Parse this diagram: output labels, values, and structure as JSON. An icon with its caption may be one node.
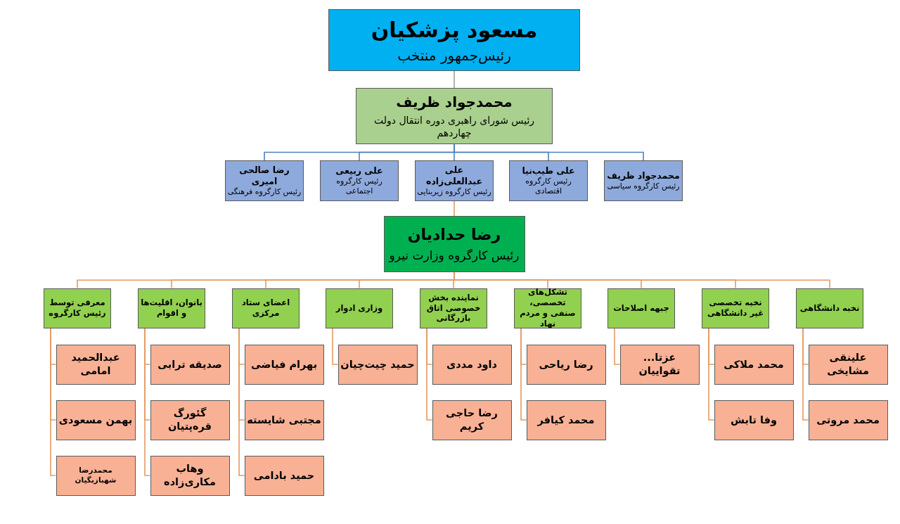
{
  "diagram": {
    "nodes": [
      {
        "text": [
          "مسعود پزشکیان",
          "رئیس‌جمهور منتخب"
        ]
      },
      {
        "text": [
          "محمدجواد ظریف",
          "رئیس شورای راهبری دوره انتقال دولت چهاردهم"
        ]
      },
      {
        "text": [
          "محمدجواد ظریف",
          "رئیس کارگروه سیاسی"
        ]
      },
      {
        "text": [
          "علی طیب‌نیا",
          "رئیس کارگروه اقتصادی"
        ]
      },
      {
        "text": [
          "علی عبدالعلی‌زاده",
          "رئیس کارگروه زیربنایی"
        ]
      },
      {
        "text": [
          "علی ربیعی",
          "رئیس کارگروه اجتماعی"
        ]
      },
      {
        "text": [
          "رضا صالحی امیری",
          "رئیس کارگروه فرهنگی"
        ]
      },
      {
        "text": [
          "رضا حدادیان",
          "رئیس کارگروه وزارت نیرو"
        ]
      },
      {
        "text": [
          "نخبه دانشگاهی"
        ]
      },
      {
        "text": [
          "نخبه تخصصی غیر دانشگاهی"
        ]
      },
      {
        "text": [
          "جبهه اصلاحات"
        ]
      },
      {
        "text": [
          "تشکل‌های تخصصی، صنفی و مردم نهاد"
        ]
      },
      {
        "text": [
          "نماینده بخش خصوصی اتاق بازرگانی"
        ]
      },
      {
        "text": [
          "وزاری ادوار"
        ]
      },
      {
        "text": [
          "اعضای ستاد مرکزی"
        ]
      },
      {
        "text": [
          "بانوان، اقلیت‌ها و اقوام"
        ]
      },
      {
        "text": [
          "معرفی توسط رئیس کارگروه"
        ]
      },
      {
        "text": [
          "علینقی مشایخی"
        ]
      },
      {
        "text": [
          "محمد مروتی"
        ]
      },
      {
        "text": [
          "محمد ملاکی"
        ]
      },
      {
        "text": [
          "وفا تابش"
        ]
      },
      {
        "text": [
          "عزتا... تقواییان"
        ]
      },
      {
        "text": [
          "رضا ریاحی"
        ]
      },
      {
        "text": [
          "محمد کیافر"
        ]
      },
      {
        "text": [
          "داود مددی"
        ]
      },
      {
        "text": [
          "رضا حاجی کریم"
        ]
      },
      {
        "text": [
          "حمید چیت‌چیان"
        ]
      },
      {
        "text": [
          "بهرام فیاضی"
        ]
      },
      {
        "text": [
          "مجتبی شایسته"
        ]
      },
      {
        "text": [
          "حمید بادامی"
        ]
      },
      {
        "text": [
          "صدیقه ترابی"
        ]
      },
      {
        "text": [
          "گئورگ قره‌پتیان"
        ]
      },
      {
        "text": [
          "وهاب مکاری‌زاده"
        ]
      },
      {
        "text": [
          "عبدالحمید امامی"
        ]
      },
      {
        "text": [
          "بهمن مسعودی"
        ]
      },
      {
        "text": [
          "محمدرضا شهبازبگیان"
        ]
      }
    ],
    "edges": [
      {
        "from": 0,
        "to": 1,
        "arrow": "none",
        "color": "#9aa58a"
      },
      {
        "from": 1,
        "to": 2,
        "arrow": "none",
        "color": "#4f81bd"
      },
      {
        "from": 1,
        "to": 3,
        "arrow": "none",
        "color": "#4f81bd"
      },
      {
        "from": 1,
        "to": 4,
        "arrow": "none",
        "color": "#4f81bd"
      },
      {
        "from": 1,
        "to": 5,
        "arrow": "none",
        "color": "#4f81bd"
      },
      {
        "from": 1,
        "to": 6,
        "arrow": "none",
        "color": "#4f81bd"
      },
      {
        "from": 4,
        "to": 7,
        "arrow": "none"
      },
      {
        "from": 7,
        "to": 8,
        "arrow": "none"
      },
      {
        "from": 7,
        "to": 9,
        "arrow": "none"
      },
      {
        "from": 7,
        "to": 10,
        "arrow": "none"
      },
      {
        "from": 7,
        "to": 11,
        "arrow": "none"
      },
      {
        "from": 7,
        "to": 12,
        "arrow": "none"
      },
      {
        "from": 7,
        "to": 13,
        "arrow": "none"
      },
      {
        "from": 7,
        "to": 14,
        "arrow": "none"
      },
      {
        "from": 7,
        "to": 15,
        "arrow": "none"
      },
      {
        "from": 7,
        "to": 16,
        "arrow": "none"
      },
      {
        "from": 8,
        "to": 17,
        "arrow": "none"
      },
      {
        "from": 8,
        "to": 18,
        "arrow": "none"
      },
      {
        "from": 9,
        "to": 19,
        "arrow": "none"
      },
      {
        "from": 9,
        "to": 20,
        "arrow": "none"
      },
      {
        "from": 10,
        "to": 21,
        "arrow": "none"
      },
      {
        "from": 11,
        "to": 22,
        "arrow": "none"
      },
      {
        "from": 11,
        "to": 23,
        "arrow": "none"
      },
      {
        "from": 12,
        "to": 24,
        "arrow": "none"
      },
      {
        "from": 12,
        "to": 25,
        "arrow": "none"
      },
      {
        "from": 13,
        "to": 26,
        "arrow": "none"
      },
      {
        "from": 14,
        "to": 27,
        "arrow": "none"
      },
      {
        "from": 14,
        "to": 28,
        "arrow": "none"
      },
      {
        "from": 14,
        "to": 29,
        "arrow": "none"
      },
      {
        "from": 15,
        "to": 30,
        "arrow": "none"
      },
      {
        "from": 15,
        "to": 31,
        "arrow": "none"
      },
      {
        "from": 15,
        "to": 32,
        "arrow": "none"
      },
      {
        "from": 16,
        "to": 33,
        "arrow": "none"
      },
      {
        "from": 16,
        "to": 34,
        "arrow": "none"
      },
      {
        "from": 16,
        "to": 35,
        "arrow": "none"
      }
    ]
  }
}
